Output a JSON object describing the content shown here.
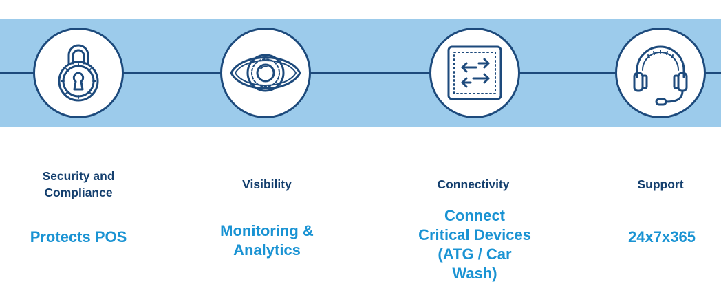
{
  "features": [
    {
      "title": "Security and Compliance",
      "title_lines": [
        "Security and",
        "Compliance"
      ],
      "value": "Protects POS",
      "value_lines": [
        "Protects POS"
      ],
      "icon": "padlock-icon"
    },
    {
      "title": "Visibility",
      "title_lines": [
        "Visibility"
      ],
      "value": "Monitoring & Analytics",
      "value_lines": [
        "Monitoring &",
        "Analytics"
      ],
      "icon": "eye-icon"
    },
    {
      "title": "Connectivity",
      "title_lines": [
        "Connectivity"
      ],
      "value": "Connect Critical Devices (ATG / Car Wash)",
      "value_lines": [
        "Connect",
        "Critical Devices",
        "(ATG / Car",
        "Wash)"
      ],
      "icon": "connectivity-arrows-icon"
    },
    {
      "title": "Support",
      "title_lines": [
        "Support"
      ],
      "value": "24x7x365",
      "value_lines": [
        "24x7x365"
      ],
      "icon": "headset-icon"
    }
  ],
  "colors": {
    "band": "#9ccbeb",
    "navy": "#1d4a7c",
    "title": "#143f6e",
    "accent": "#1a93d3"
  }
}
